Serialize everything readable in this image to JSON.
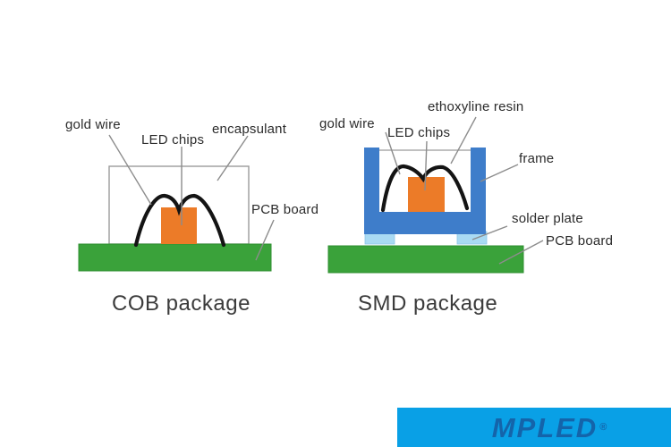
{
  "left_diagram": {
    "caption": "COB package",
    "labels": {
      "gold_wire": "gold wire",
      "led_chips": "LED chips",
      "encapsulant": "encapsulant",
      "pcb_board": "PCB board"
    }
  },
  "right_diagram": {
    "caption": "SMD package",
    "labels": {
      "gold_wire": "gold wire",
      "led_chips": "LED chips",
      "ethoxyline_resin": "ethoxyline resin",
      "frame": "frame",
      "solder_plate": "solder plate",
      "pcb_board": "PCB board"
    }
  },
  "logo": {
    "brand": "MPLED",
    "registered_mark": "®"
  },
  "colors": {
    "pcb_green": "#3aa23a",
    "chip_orange": "#ec7b28",
    "frame_blue": "#3e7dca",
    "solder_light_blue": "#a9daf3",
    "encapsulant_outline_gray": "#9b9b9b",
    "pointer_line_gray": "#8c8c8c",
    "wire_black": "#141414",
    "label_text": "#2b2b2b",
    "banner_blue": "#09a0e6",
    "logo_blue": "#1464aa"
  }
}
